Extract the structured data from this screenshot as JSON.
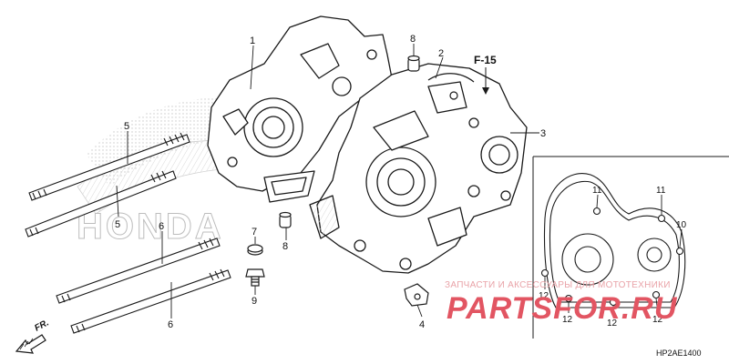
{
  "diagram": {
    "ref_code": "F-15",
    "figure_code": "HP2AE1400",
    "direction_label": "FR.",
    "background_logo_text": "HONDA",
    "part_labels": {
      "p1": "1",
      "p2": "2",
      "p3": "3",
      "p4": "4",
      "p5a": "5",
      "p5b": "5",
      "p6a": "6",
      "p6b": "6",
      "p7": "7",
      "p8a": "8",
      "p8b": "8",
      "p9": "9",
      "p10": "10",
      "p11a": "11",
      "p11b": "11",
      "p12a": "12",
      "p12b": "12",
      "p12c": "12",
      "p12d": "12"
    }
  },
  "watermark": {
    "top_text": "ЗАПЧАСТИ И АКСЕССУАРЫ ДЛЯ МОТОТЕХНИКИ",
    "logo_text": "PARTSFOR.RU",
    "color": "#e25562"
  }
}
